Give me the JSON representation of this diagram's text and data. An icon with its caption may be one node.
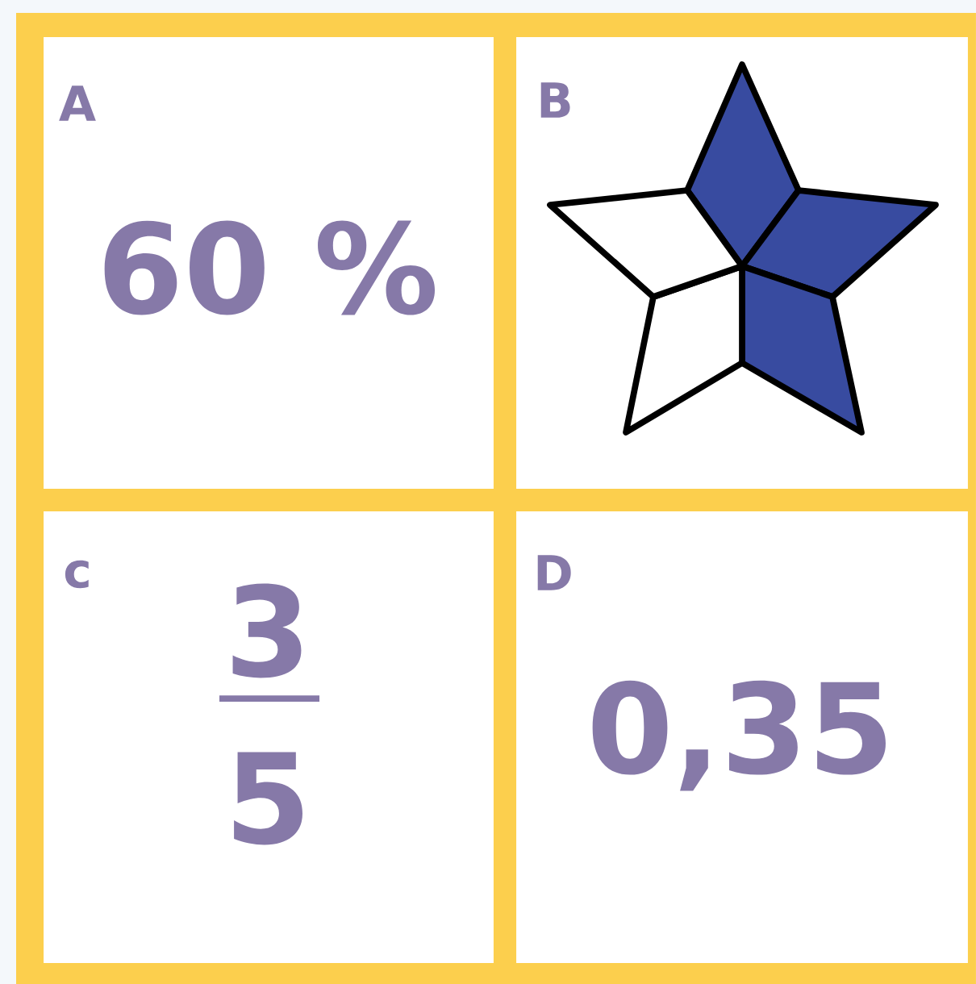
{
  "diagram": {
    "nodes": [
      {
        "text": [
          "A",
          "60 %"
        ]
      },
      {
        "text": [
          "B"
        ]
      },
      {
        "text": [
          "c",
          "3",
          "5"
        ]
      },
      {
        "text": [
          "D",
          "0,35"
        ]
      }
    ]
  }
}
